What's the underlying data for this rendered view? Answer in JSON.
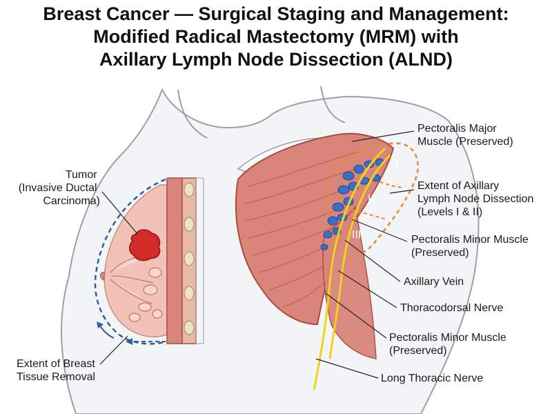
{
  "title": {
    "line1": "Breast Cancer — Surgical Staging and Management:",
    "line2": "Modified Radical Mastectomy (MRM) with",
    "line3": "Axillary Lymph Node Dissection (ALND)"
  },
  "left_labels": {
    "tumor": [
      "Tumor",
      "(Invasive Ductal",
      "Carcinoma)"
    ],
    "extent_breast": [
      "Extent of Breast",
      "Tissue Removal"
    ]
  },
  "right_labels": {
    "pec_major": [
      "Pectoralis Major",
      "Muscle (Preserved)"
    ],
    "extent_alnd": [
      "Extent of Axillary",
      "Lymph Node Dissection",
      "(Levels I & II)"
    ],
    "pec_minor_1": [
      "Pectoralis Minor Muscle",
      "(Preserved)"
    ],
    "axillary_vein": [
      "Axillary Vein"
    ],
    "thoracodorsal": [
      "Thoracodorsal Nerve"
    ],
    "pec_minor_2": [
      "Pectoralis Minor Muscle",
      "(Preserved)"
    ],
    "long_thoracic": [
      "Long Thoracic Nerve"
    ]
  },
  "levels": {
    "l1": "I",
    "l2": "II",
    "l3": "III"
  },
  "colors": {
    "skin": "#f3f4f6",
    "skin_outline": "#9aa0a8",
    "muscle": "#d9857a",
    "muscle_dark": "#b8574d",
    "breast_tissue": "#f2c2b8",
    "tumor": "#d32a2a",
    "nodes": "#3a6fc4",
    "nerve": "#f2d21b",
    "dissection_border": "#e08a3a",
    "removal_border": "#2e5d9f",
    "rib": "#efe2c0"
  }
}
